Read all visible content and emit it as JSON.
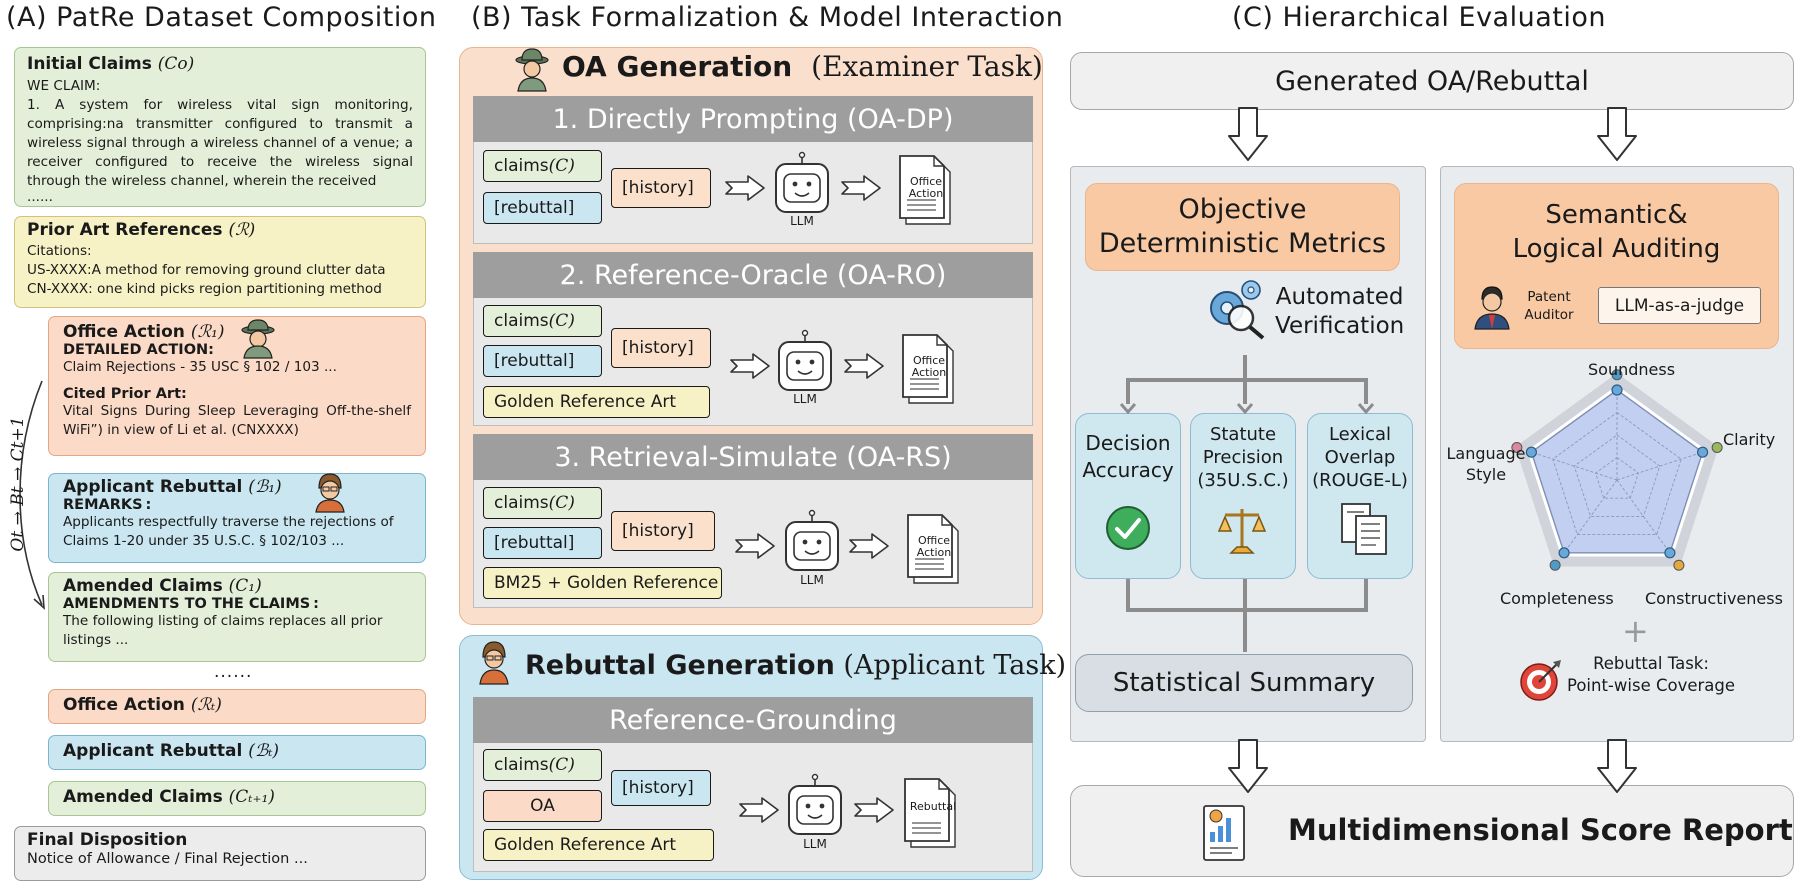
{
  "sections": {
    "a_title": "(A)  PatRe Dataset Composition",
    "b_title": "(B)  Task Formalization & Model Interaction",
    "c_title": "(C)   Hierarchical Evaluation"
  },
  "panel_a": {
    "initial_claims": {
      "title": "Initial Claims",
      "symbol": "(Co)",
      "text1": "WE CLAIM:",
      "text2": "1. A system for wireless vital sign monitoring, comprising:na transmitter configured to transmit a wireless signal through a wireless channel of a venue; a receiver configured to receive the wireless signal through the wireless channel, wherein the received",
      "text3": "......"
    },
    "prior_art": {
      "title": "Prior Art References",
      "symbol": "(ℛ)",
      "line1": "Citations:",
      "line2": "US-XXXX:A method for removing ground clutter data",
      "line3": "CN-XXXX: one kind picks region partitioning method"
    },
    "office_action_1": {
      "title": "Office Action",
      "symbol": "(ℛ₁)",
      "sub1": "DETAILED ACTION:",
      "line1": "Claim Rejections - 35 USC § 102 / 103 ...",
      "sub2": "Cited Prior Art:",
      "line2": "Vital Signs During Sleep Leveraging Off-the-shelf WiFi”) in view of Li et al. (CNXXXX)"
    },
    "rebuttal_1": {
      "title": "Applicant Rebuttal",
      "symbol": "(ℬ₁)",
      "sub1": "REMARKS :",
      "line1": "Applicants respectfully traverse the rejections of Claims 1-20 under 35 U.S.C. § 102/103 ..."
    },
    "amended_1": {
      "title": "Amended Claims",
      "symbol": "(C₁)",
      "sub1": "AMENDMENTS TO THE CLAIMS :",
      "line1": "The following listing of claims replaces all prior listings ..."
    },
    "ellipsis": "......",
    "office_action_t": {
      "title": "Office Action",
      "symbol": "(ℛₜ)"
    },
    "rebuttal_t": {
      "title": "Applicant Rebuttal",
      "symbol": "(ℬₜ)"
    },
    "amended_t1": {
      "title": "Amended Claims",
      "symbol": "(Cₜ₊₁)"
    },
    "final": {
      "title": "Final Disposition",
      "line1": "Notice of Allowance / Final Rejection ..."
    },
    "side_label": "Ot  →  Bt  →  Ct+1"
  },
  "panel_b": {
    "oa_title": "OA Generation",
    "oa_subtitle": "(Examiner Task)",
    "dp_title": "1. Directly Prompting (OA-DP)",
    "ro_title": "2. Reference-Oracle (OA-RO)",
    "rs_title": "3. Retrieval-Simulate (OA-RS)",
    "claims": "claims",
    "claims_sym": "(C)",
    "rebuttal": "[rebuttal]",
    "history": "[history]",
    "golden": "Golden Reference Art",
    "bm25": "BM25 + Golden Reference",
    "llm": "LLM",
    "doc_oa_1": "Office",
    "doc_oa_2": "Action",
    "reb_title": "Rebuttal Generation",
    "reb_subtitle": "(Applicant Task)",
    "rg_title": "Reference-Grounding",
    "oa_chip": "OA",
    "doc_rebuttal": "Rebuttal"
  },
  "panel_c": {
    "generated": "Generated OA/Rebuttal",
    "obj_title_1": "Objective",
    "obj_title_2": "Deterministic Metrics",
    "auto_1": "Automated",
    "auto_2": "Verification",
    "decision_1": "Decision",
    "decision_2": "Accuracy",
    "statute_1": "Statute",
    "statute_2": "Precision",
    "statute_3": "(35U.S.C.)",
    "lexical_1": "Lexical",
    "lexical_2": "Overlap",
    "lexical_3": "(ROUGE-L)",
    "stat_summary": "Statistical Summary",
    "sem_title_1": "Semantic&",
    "sem_title_2": "Logical Auditing",
    "patent_1": "Patent",
    "patent_2": "Auditor",
    "judge": "LLM-as-a-judge",
    "radar_labels": {
      "soundness": "Soundness",
      "clarity": "Clarity",
      "constructiveness": "Constructiveness",
      "completeness": "Completeness",
      "language_1": "Language",
      "language_2": "Style"
    },
    "plus": "+",
    "reb_task_1": "Rebuttal Task:",
    "reb_task_2": "Point-wise Coverage",
    "report": "Multidimensional Score Report"
  },
  "colors": {
    "green": "#e3efd8",
    "yellow": "#f7f2c6",
    "peach": "#fbdbc7",
    "blue": "#c9e6f1",
    "grey": "#ececec",
    "teal": "#cfe7ee",
    "orange_card": "#f8c9a3"
  }
}
